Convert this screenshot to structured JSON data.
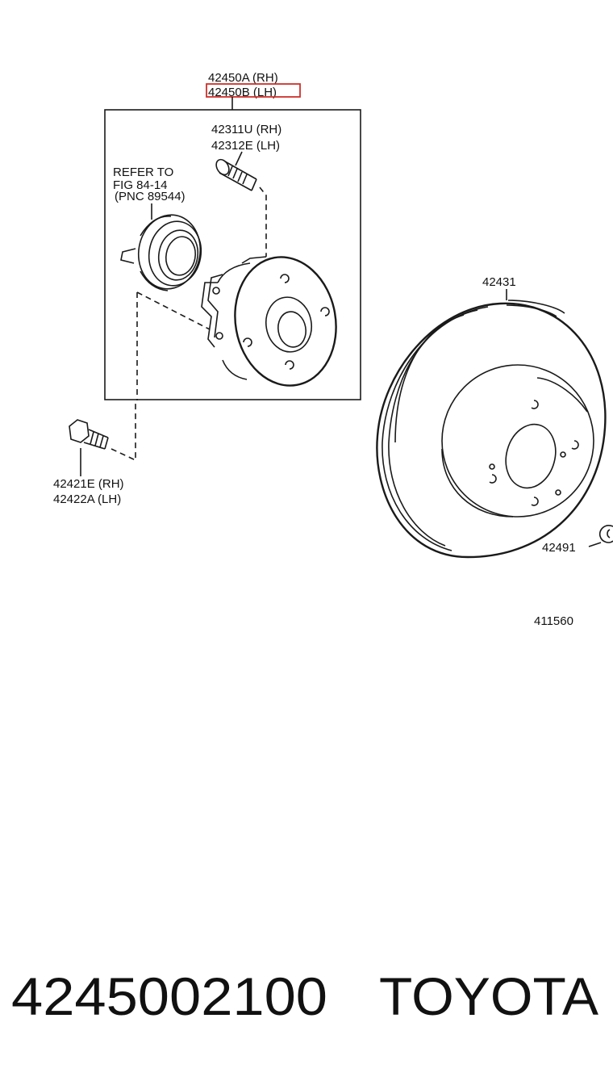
{
  "diagram": {
    "hub_assembly": {
      "part_rh": "42450A (RH)",
      "part_lh": "42450B (LH)"
    },
    "hub_bolt": {
      "part_rh": "42311U (RH)",
      "part_lh": "42312E (LH)"
    },
    "refer_note": {
      "line1": "REFER TO",
      "line2": "FIG 84-14",
      "line3": "(PNC 89544)"
    },
    "mount_bolt": {
      "part_rh": "42421E (RH)",
      "part_lh": "42422A (LH)"
    },
    "disc": {
      "part": "42431"
    },
    "plug": {
      "part": "42491"
    },
    "figure_number": "411560",
    "highlight_color": "#d0302a"
  },
  "footer": {
    "part_number": "4245002100",
    "brand": "TOYOTA"
  }
}
